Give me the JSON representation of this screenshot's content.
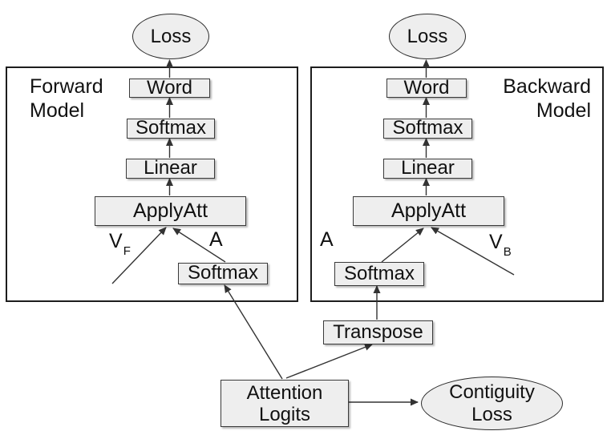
{
  "forward": {
    "title": "Forward\nModel",
    "loss": "Loss",
    "word": "Word",
    "softmax": "Softmax",
    "linear": "Linear",
    "apply_att": "ApplyAtt",
    "attn_softmax": "Softmax",
    "value_label": "V",
    "value_sub": "F",
    "attention_label": "A"
  },
  "backward": {
    "title": "Backward\nModel",
    "loss": "Loss",
    "word": "Word",
    "softmax": "Softmax",
    "linear": "Linear",
    "apply_att": "ApplyAtt",
    "attn_softmax": "Softmax",
    "value_label": "V",
    "value_sub": "B",
    "attention_label": "A"
  },
  "shared": {
    "transpose": "Transpose",
    "attention_logits": "Attention\nLogits",
    "contiguity_loss": "Contiguity\nLoss"
  },
  "colors": {
    "node_fill": "#eeeeee",
    "node_border": "#3a3a3a",
    "container_border": "#1d1d1d",
    "arrow": "#333333",
    "background": "#ffffff"
  }
}
